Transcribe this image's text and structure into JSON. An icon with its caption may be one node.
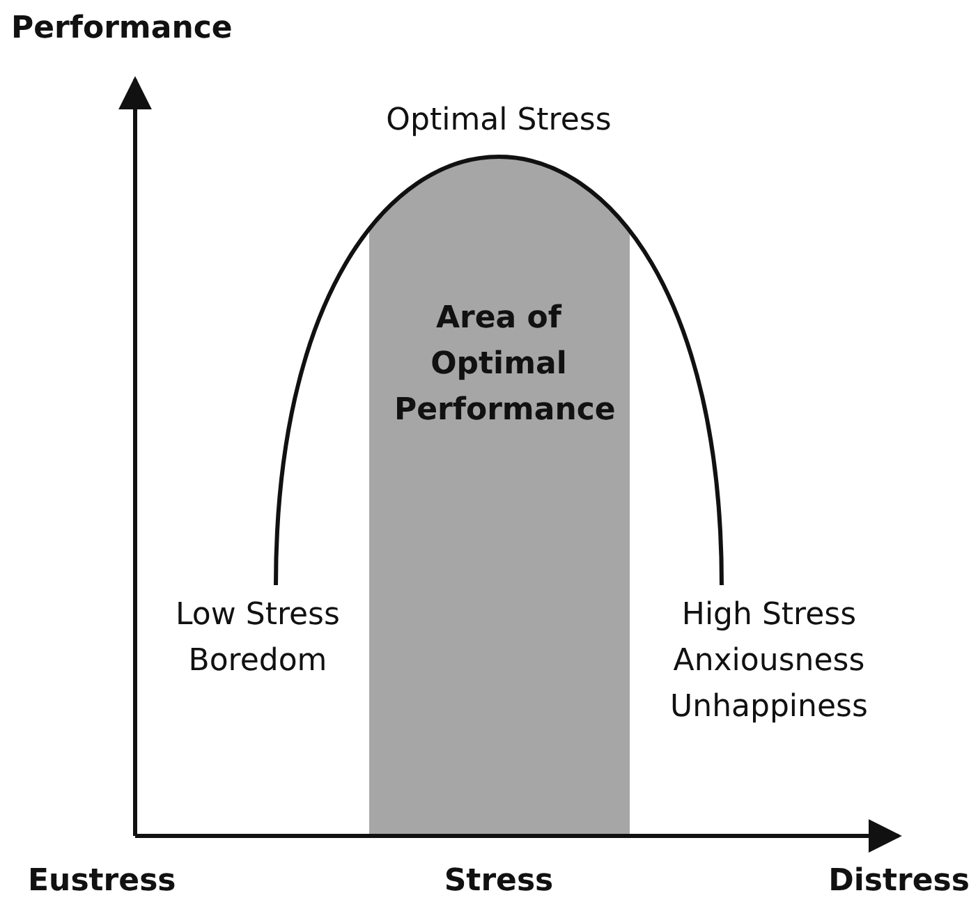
{
  "diagram": {
    "nodes": [
      {
        "text": [
          "Area of Optimal Performance"
        ]
      }
    ],
    "edges": [],
    "labels": [
      "Performance",
      "Optimal Stress",
      "Low Stress Boredom",
      "High Stress Anxiousness Unhappiness",
      "Eustress",
      "Stress",
      "Distress"
    ]
  }
}
